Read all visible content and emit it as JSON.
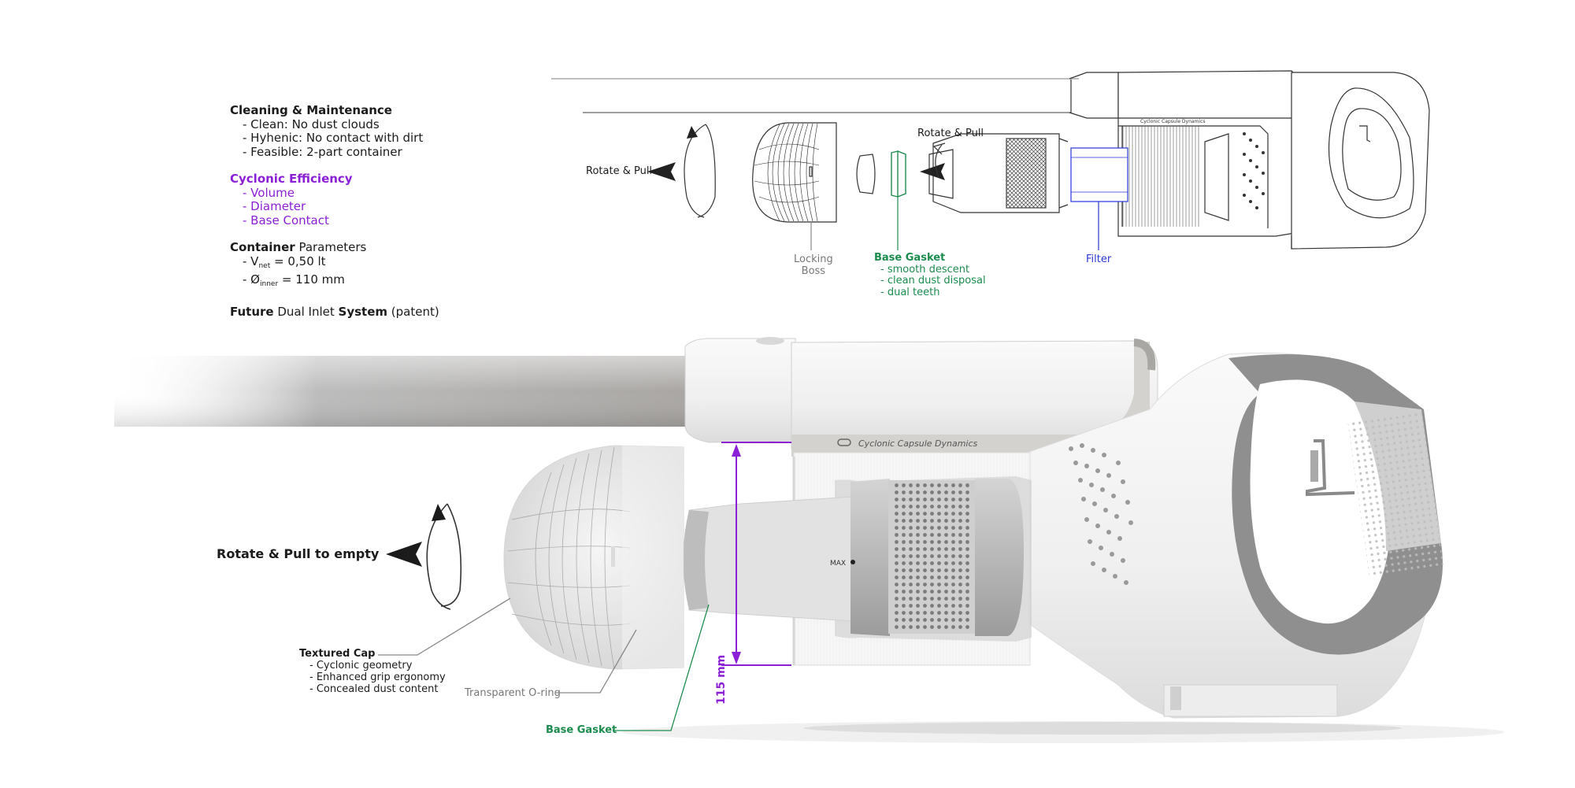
{
  "notes": {
    "cleaning": {
      "title": "Cleaning & Maintenance",
      "items": [
        "- Clean: No dust clouds",
        "- Hyhenic: No contact with dirt",
        "- Feasible: 2-part container"
      ]
    },
    "efficiency": {
      "title": "Cyclonic Efficiency",
      "items": [
        "- Volume",
        "- Diameter",
        "- Base Contact"
      ]
    },
    "container": {
      "title_bold": "Container",
      "title_rest": " Parameters",
      "v_prefix": "- V",
      "v_sub": "net",
      "v_value": " = 0,50 lt",
      "d_prefix": "- Ø",
      "d_sub": "inner",
      "d_value": " = 110 mm"
    },
    "future": {
      "w1": "Future",
      "w2": " Dual Inlet ",
      "w3": "System",
      "w4": " (patent)"
    }
  },
  "top_view": {
    "rotate_pull_left": "Rotate & Pull",
    "rotate_pull_right": "Rotate & Pull",
    "locking_boss": [
      "Locking",
      "Boss"
    ],
    "base_gasket": {
      "title": "Base Gasket",
      "items": [
        "- smooth descent",
        "- clean dust disposal",
        "- dual teeth"
      ]
    },
    "filter": "Filter",
    "brand_small": "Cyclonic Capsule Dynamics"
  },
  "main_view": {
    "brand": "Cyclonic Capsule Dynamics",
    "rotate_pull_empty": "Rotate & Pull to empty",
    "max_label": "MAX",
    "dimension": "115 mm",
    "textured_cap": {
      "title": "Textured Cap",
      "items": [
        "- Cyclonic geometry",
        "- Enhanced grip ergonomy",
        "- Concealed dust content"
      ]
    },
    "o_ring": "Transparent O-ring",
    "base_gasket": "Base Gasket"
  },
  "colors": {
    "accent_purple": "#8b1fd6",
    "accent_green": "#1c8c4e",
    "accent_blue": "#2a38d6"
  }
}
